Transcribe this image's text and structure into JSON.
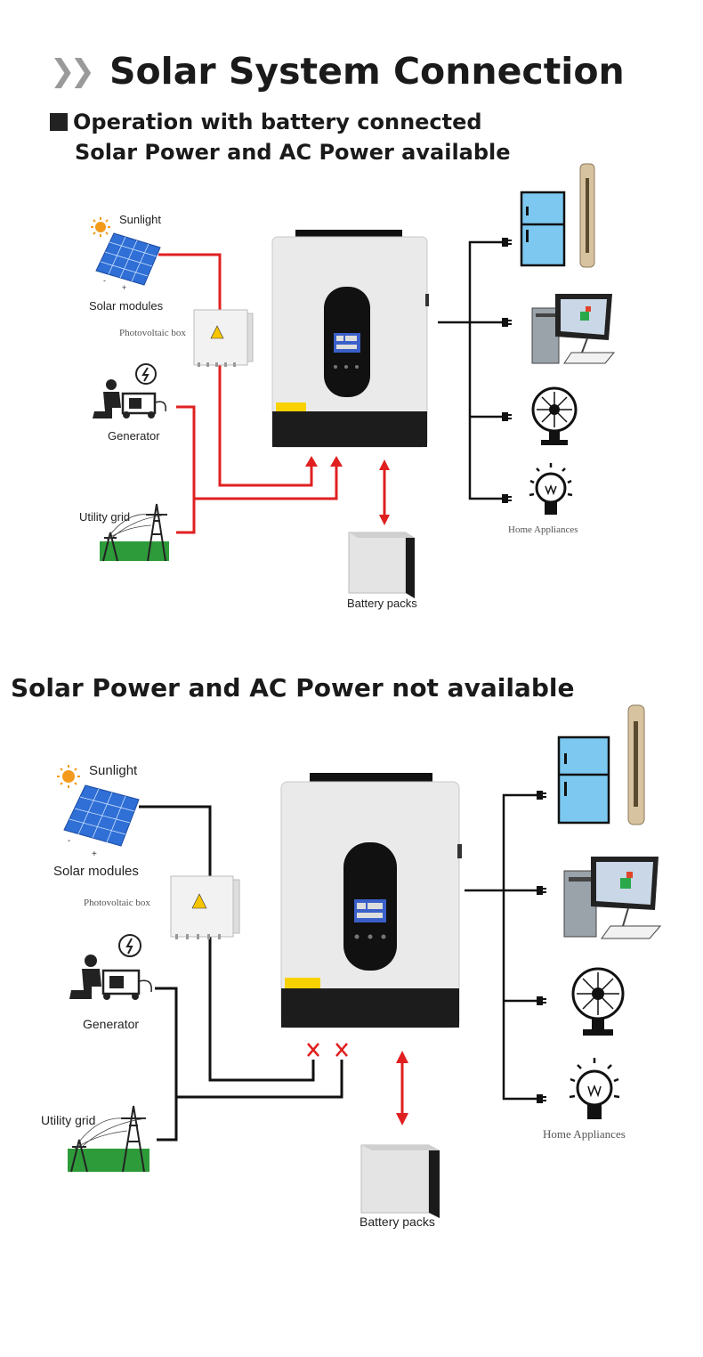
{
  "header": {
    "title": "Solar System Connection"
  },
  "section1": {
    "heading_line1": "Operation with battery connected",
    "heading_line2": "Solar Power and AC Power available",
    "labels": {
      "sunlight": "Sunlight",
      "solar_modules": "Solar modules",
      "pv_box": "Photovoltaic box",
      "generator": "Generator",
      "utility_grid": "Utility grid",
      "battery": "Battery packs",
      "home_appliances": "Home Appliances"
    }
  },
  "section2": {
    "heading": "Solar Power and AC Power not available",
    "labels": {
      "sunlight": "Sunlight",
      "solar_modules": "Solar modules",
      "pv_box": "Photovoltaic box",
      "generator": "Generator",
      "utility_grid": "Utility grid",
      "battery": "Battery packs",
      "home_appliances": "Home Appliances"
    }
  },
  "colors": {
    "active_line": "#e02020",
    "inactive_line": "#111111",
    "disconnect_mark": "#e02020",
    "panel_blue": "#2f6fd6",
    "fridge_blue": "#7cc8f0"
  },
  "icons": [
    "chevron-right-icon",
    "sun-icon",
    "solar-panel-icon",
    "pv-box-icon",
    "generator-icon",
    "utility-grid-icon",
    "inverter-icon",
    "battery-icon",
    "fridge-icon",
    "tower-fan-icon",
    "computer-icon",
    "desk-fan-icon",
    "light-bulb-icon",
    "disconnect-x-icon"
  ]
}
